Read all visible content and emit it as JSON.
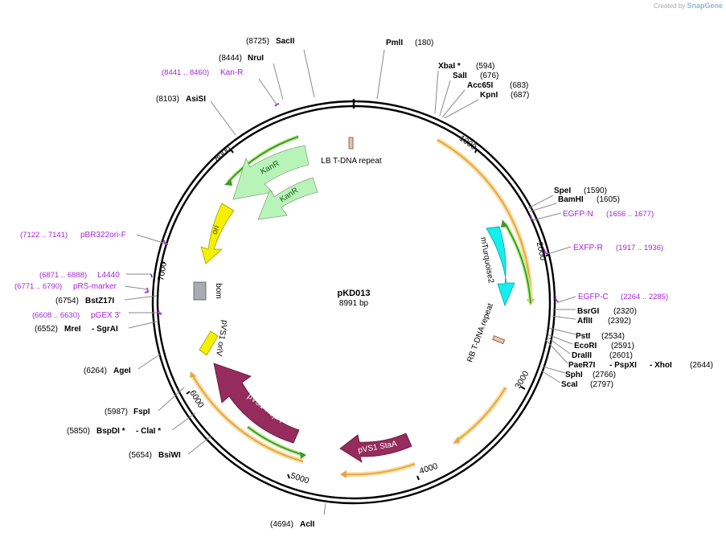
{
  "watermark": {
    "prefix": "Created by",
    "brand": "SnapGene"
  },
  "plasmid": {
    "name": "pKD013",
    "length_label": "8991 bp",
    "length": 8991
  },
  "ticks": [
    {
      "label": "1000",
      "pos": 1000
    },
    {
      "label": "2000",
      "pos": 2000
    },
    {
      "label": "3000",
      "pos": 3000
    },
    {
      "label": "4000",
      "pos": 4000
    },
    {
      "label": "5000",
      "pos": 5000
    },
    {
      "label": "6000",
      "pos": 6000
    },
    {
      "label": "7000",
      "pos": 7000
    },
    {
      "label": "8000",
      "pos": 8000
    }
  ],
  "features": [
    {
      "name": "KanR",
      "color": "#b8f4b8",
      "type": "arrow",
      "inner_band": "green"
    },
    {
      "name": "KanR",
      "color": "#b8f4b8",
      "type": "arrow"
    },
    {
      "name": "ori",
      "color": "#f4f000",
      "type": "arrow"
    },
    {
      "name": "bom",
      "color": "#a8adb4",
      "type": "box"
    },
    {
      "name": "pVS1 oriV",
      "color": "#f4f000",
      "type": "box"
    },
    {
      "name": "pVS1 RepA",
      "color": "#952c5d",
      "type": "arrow"
    },
    {
      "name": "pVS1 StaA",
      "color": "#952c5d",
      "type": "arrow"
    },
    {
      "name": "mTurquoise2",
      "color": "#12f0f0",
      "type": "arrow"
    },
    {
      "name": "LB T-DNA repeat",
      "color": "#e7c3ae",
      "type": "box"
    },
    {
      "name": "RB T-DNA repeat",
      "color": "#e7c3ae",
      "type": "box"
    }
  ],
  "sites": [
    {
      "name": "SacII",
      "num": "(8725)"
    },
    {
      "name": "PmlI",
      "num": "(180)"
    },
    {
      "name": "NruI",
      "num": "(8444)"
    },
    {
      "name": "XbaI *",
      "num": "(594)"
    },
    {
      "name": "SalI",
      "num": "(676)"
    },
    {
      "name": "Acc65I",
      "num": "(683)"
    },
    {
      "name": "KpnI",
      "num": "(687)"
    },
    {
      "name": "AsiSI",
      "num": "(8103)"
    },
    {
      "name": "SpeI",
      "num": "(1590)"
    },
    {
      "name": "BamHI",
      "num": "(1605)"
    },
    {
      "name": "BsrGI",
      "num": "(2320)"
    },
    {
      "name": "AflII",
      "num": "(2392)"
    },
    {
      "name": "PstI",
      "num": "(2534)"
    },
    {
      "name": "EcoRI",
      "num": "(2591)"
    },
    {
      "name": "DraIII",
      "num": "(2601)"
    },
    {
      "name": "PaeR7I",
      "name2": "- PspXI",
      "name3": "- XhoI",
      "num": "(2644)"
    },
    {
      "name": "SphI",
      "num": "(2766)"
    },
    {
      "name": "ScaI",
      "num": "(2797)"
    },
    {
      "name": "BstZ17I",
      "num": "(6754)"
    },
    {
      "name": "MreI",
      "name2": "- SgrAI",
      "num": "(6552)"
    },
    {
      "name": "AgeI",
      "num": "(6264)"
    },
    {
      "name": "FspI",
      "num": "(5987)"
    },
    {
      "name": "BspDI *",
      "name2": "- ClaI *",
      "num": "(5850)"
    },
    {
      "name": "BsiWI",
      "num": "(5654)"
    },
    {
      "name": "AclI",
      "num": "(4694)"
    }
  ],
  "primers": [
    {
      "name": "Kan-R",
      "range": "(8441 .. 8460)"
    },
    {
      "name": "EGFP-N",
      "range": "(1656 .. 1677)"
    },
    {
      "name": "EXFP-R",
      "range": "(1917 .. 1936)"
    },
    {
      "name": "EGFP-C",
      "range": "(2264 .. 2285)"
    },
    {
      "name": "pBR322ori-F",
      "range": "(7122 .. 7141)"
    },
    {
      "name": "L4440",
      "range": "(6871 .. 6888)"
    },
    {
      "name": "pRS-marker",
      "range": "(6771 .. 6790)"
    },
    {
      "name": "pGEX 3'",
      "range": "(6608 .. 6630)"
    }
  ],
  "colors": {
    "site": "#000000",
    "primer": "#a524d8",
    "backbone": "#000000",
    "orf_band": "#e8a640",
    "orf_glow": "#f7e0a8",
    "green_band": "#3d9b25"
  }
}
